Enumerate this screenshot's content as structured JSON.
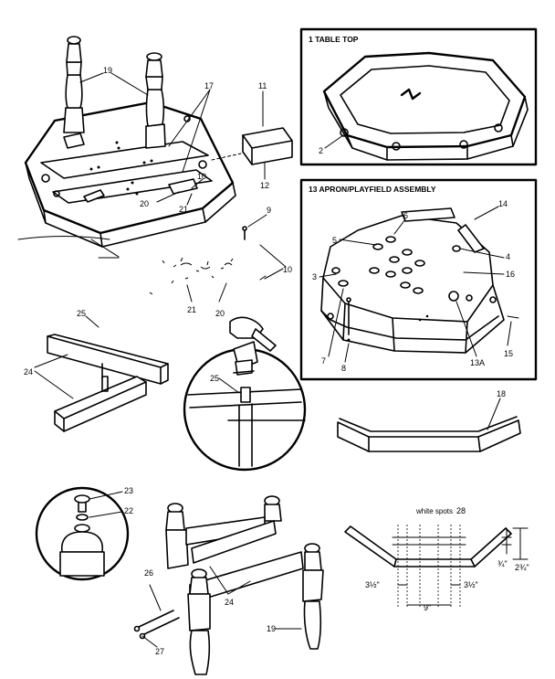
{
  "panels": {
    "table_top_title": "1 TABLE TOP",
    "apron_title": "13 APRON/PLAYFIELD ASSEMBLY"
  },
  "callouts": {
    "c19_top": "19",
    "c17": "17",
    "c11": "11",
    "c12": "12",
    "c10_top": "10",
    "c20_top": "20",
    "c21_top": "21",
    "c9": "9",
    "c10_mid": "10",
    "c21_mid": "21",
    "c20_mid": "20",
    "c2": "2",
    "c6": "6",
    "c14": "14",
    "c5": "5",
    "c4": "4",
    "c3": "3",
    "c16": "16",
    "c7": "7",
    "c8": "8",
    "c13a": "13A",
    "c15": "15",
    "c25_top": "25",
    "c24_mid": "24",
    "c25_mid": "25",
    "c18": "18",
    "c23": "23",
    "c22": "22",
    "c26": "26",
    "c27": "27",
    "c24_bot": "24",
    "c19_bot": "19",
    "white_spots": "white spots",
    "c28": "28",
    "dim_3_left": "3½\"",
    "dim_9": "9\"",
    "dim_3_right": "3½\"",
    "dim_3_4": "¾\"",
    "dim_2_3_4": "2¾\""
  }
}
